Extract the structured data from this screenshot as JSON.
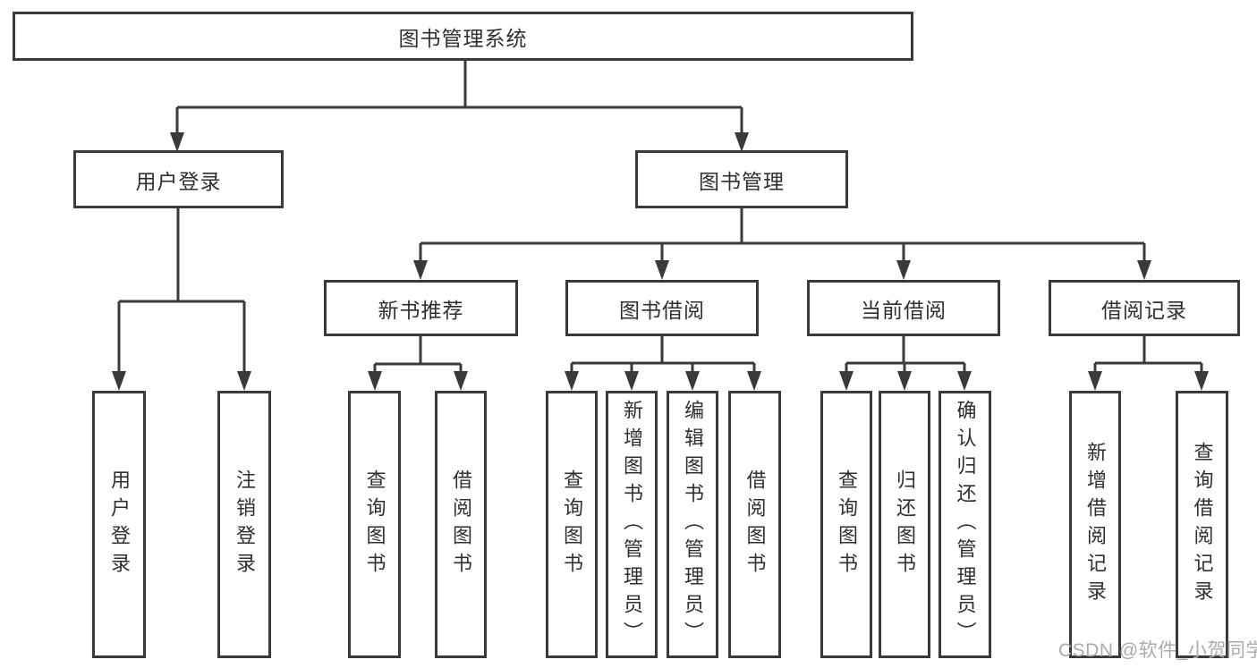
{
  "colors": {
    "line": "#3a3a3a",
    "text": "#2f2f2f",
    "watermark_color": "#ababab",
    "background": "#ffffff"
  },
  "watermark": "CSDN @软件_小贺同学",
  "tree": {
    "root": {
      "label": "图书管理系统"
    },
    "branches": [
      {
        "label": "用户登录",
        "children": [
          {
            "label": "用户登录"
          },
          {
            "label": "注销登录"
          }
        ]
      },
      {
        "label": "图书管理",
        "children": [
          {
            "label": "新书推荐",
            "children": [
              {
                "label": "查询图书"
              },
              {
                "label": "借阅图书"
              }
            ]
          },
          {
            "label": "图书借阅",
            "children": [
              {
                "label": "查询图书"
              },
              {
                "label": "新增图书（管理员）"
              },
              {
                "label": "编辑图书（管理员）"
              },
              {
                "label": "借阅图书"
              }
            ]
          },
          {
            "label": "当前借阅",
            "children": [
              {
                "label": "查询图书"
              },
              {
                "label": "归还图书"
              },
              {
                "label": "确认归还（管理员）"
              }
            ]
          },
          {
            "label": "借阅记录",
            "children": [
              {
                "label": "新增借阅记录"
              },
              {
                "label": "查询借阅记录"
              }
            ]
          }
        ]
      }
    ]
  }
}
